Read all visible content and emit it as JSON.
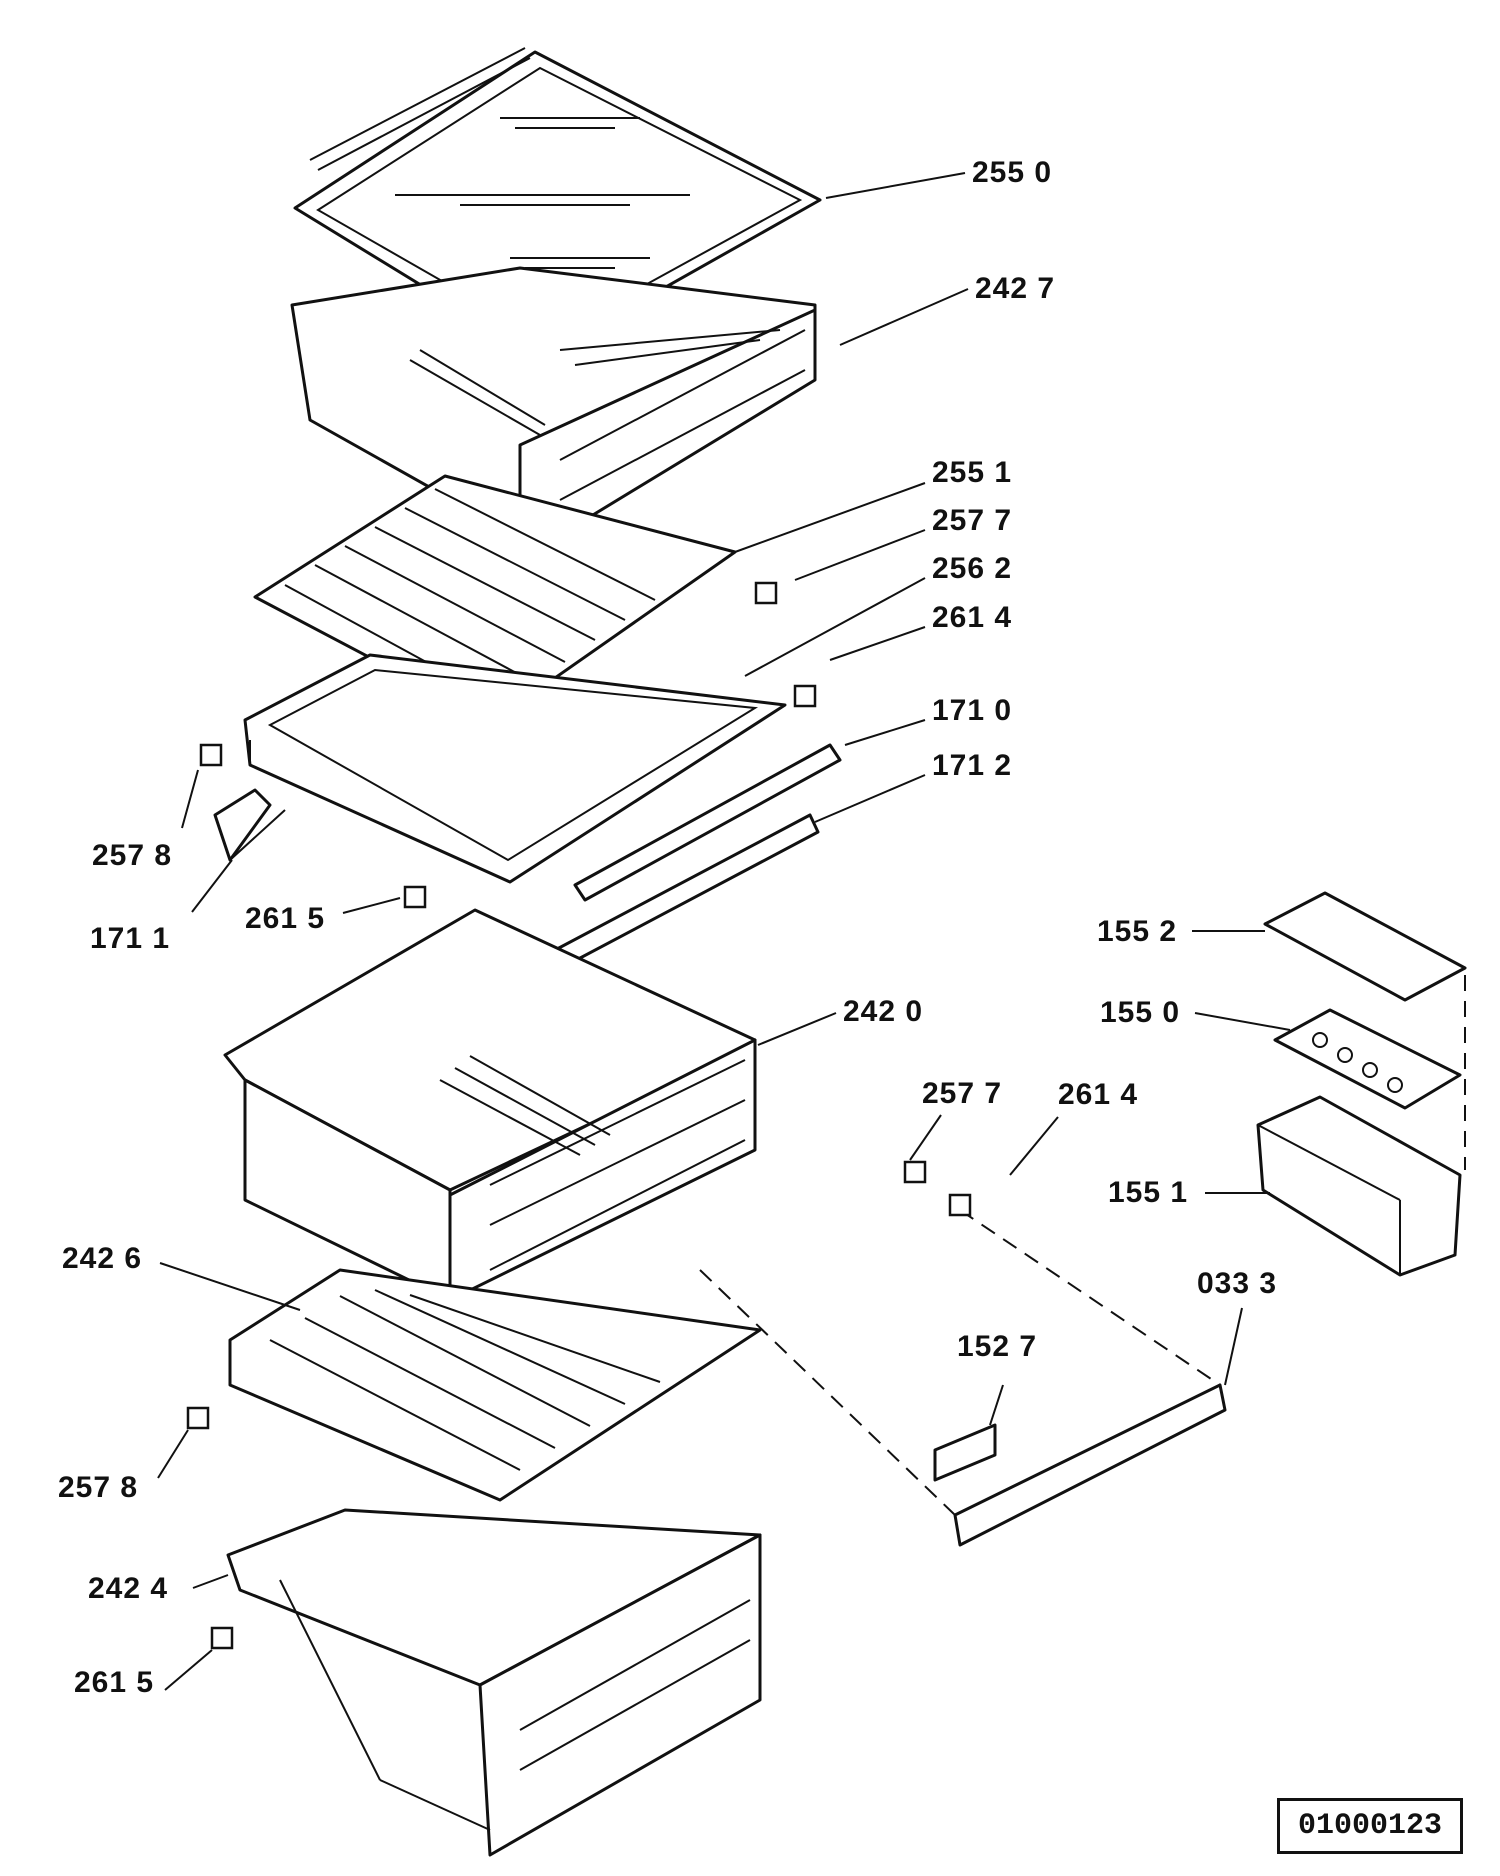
{
  "callouts": [
    {
      "id": "c-2550",
      "text": "255 0"
    },
    {
      "id": "c-2427",
      "text": "242 7"
    },
    {
      "id": "c-2551",
      "text": "255 1"
    },
    {
      "id": "c-2577a",
      "text": "257 7"
    },
    {
      "id": "c-2562",
      "text": "256 2"
    },
    {
      "id": "c-2614a",
      "text": "261 4"
    },
    {
      "id": "c-1710",
      "text": "171 0"
    },
    {
      "id": "c-1712",
      "text": "171 2"
    },
    {
      "id": "c-2578a",
      "text": "257 8"
    },
    {
      "id": "c-1711",
      "text": "171 1"
    },
    {
      "id": "c-2615a",
      "text": "261 5"
    },
    {
      "id": "c-1552",
      "text": "155 2"
    },
    {
      "id": "c-1550",
      "text": "155 0"
    },
    {
      "id": "c-2420",
      "text": "242 0"
    },
    {
      "id": "c-2577b",
      "text": "257 7"
    },
    {
      "id": "c-2614b",
      "text": "261 4"
    },
    {
      "id": "c-1551",
      "text": "155 1"
    },
    {
      "id": "c-2426",
      "text": "242 6"
    },
    {
      "id": "c-0333",
      "text": "033 3"
    },
    {
      "id": "c-1527",
      "text": "152 7"
    },
    {
      "id": "c-2578b",
      "text": "257 8"
    },
    {
      "id": "c-2424",
      "text": "242 4"
    },
    {
      "id": "c-2615b",
      "text": "261 5"
    }
  ],
  "drawing_id": "01000123"
}
